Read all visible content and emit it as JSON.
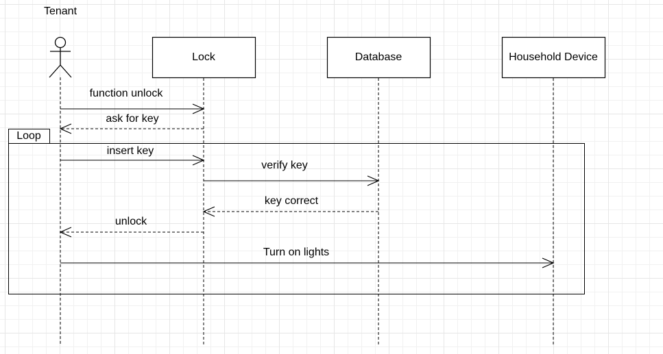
{
  "actor": {
    "name": "Tenant"
  },
  "participants": [
    {
      "label": "Lock"
    },
    {
      "label": "Database"
    },
    {
      "label": "Household Device"
    }
  ],
  "fragment": {
    "label": "Loop"
  },
  "messages": [
    {
      "label": "function unlock",
      "from": "Tenant",
      "to": "Lock",
      "style": "solid"
    },
    {
      "label": "ask for key",
      "from": "Lock",
      "to": "Tenant",
      "style": "dashed"
    },
    {
      "label": "insert key",
      "from": "Tenant",
      "to": "Lock",
      "style": "solid"
    },
    {
      "label": "verify key",
      "from": "Lock",
      "to": "Database",
      "style": "solid"
    },
    {
      "label": "key correct",
      "from": "Database",
      "to": "Lock",
      "style": "dashed"
    },
    {
      "label": "unlock",
      "from": "Lock",
      "to": "Tenant",
      "style": "dashed"
    },
    {
      "label": "Turn on lights",
      "from": "Tenant",
      "to": "Household Device",
      "style": "solid"
    }
  ]
}
